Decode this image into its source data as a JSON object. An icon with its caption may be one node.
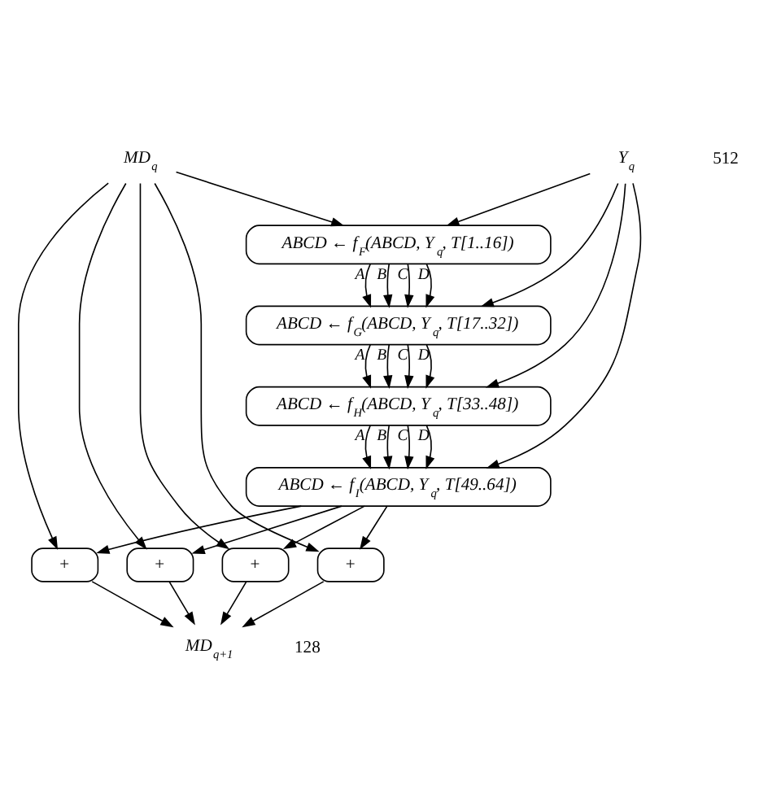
{
  "diagram": {
    "nodes": [
      {
        "text": [
          "Y$_{q}$"
        ]
      },
      {
        "text": [
          "MD$_{q}$"
        ]
      },
      {
        "text": [
          "ABCD ← f$_{F}$(ABCD, Y$_{q}$, T[1..16])"
        ]
      },
      {
        "text": [
          "ABCD ← f$_{G}$(ABCD, Y$_{q}$, T[17..32])"
        ]
      },
      {
        "text": [
          "ABCD ← f$_{H}$(ABCD, Y$_{q}$, T[33..48])"
        ]
      },
      {
        "text": [
          "ABCD ← f$_{I}$(ABCD, Y$_{q}$, T[49..64])"
        ]
      },
      {
        "text": [
          "+"
        ]
      },
      {
        "text": [
          "+"
        ]
      },
      {
        "text": [
          "+"
        ]
      },
      {
        "text": [
          "+"
        ]
      },
      {
        "text": [
          "MD$_{q+1}$"
        ]
      }
    ],
    "edges": [
      {
        "from": 1,
        "to": 2,
        "arrow": "to"
      },
      {
        "from": 0,
        "to": 2,
        "arrow": "to"
      },
      {
        "from": 2,
        "to": 3,
        "arrow": "to",
        "label": "A"
      },
      {
        "from": 2,
        "to": 3,
        "arrow": "to",
        "label": "B"
      },
      {
        "from": 2,
        "to": 3,
        "arrow": "to",
        "label": "C"
      },
      {
        "from": 2,
        "to": 3,
        "arrow": "to",
        "label": "D"
      },
      {
        "from": 0,
        "to": 3,
        "arrow": "to"
      },
      {
        "from": 3,
        "to": 4,
        "arrow": "to",
        "label": "A"
      },
      {
        "from": 3,
        "to": 4,
        "arrow": "to",
        "label": "B"
      },
      {
        "from": 3,
        "to": 4,
        "arrow": "to",
        "label": "C"
      },
      {
        "from": 3,
        "to": 4,
        "arrow": "to",
        "label": "D"
      },
      {
        "from": 0,
        "to": 4,
        "arrow": "to"
      },
      {
        "from": 4,
        "to": 5,
        "arrow": "to",
        "label": "A"
      },
      {
        "from": 4,
        "to": 5,
        "arrow": "to",
        "label": "B"
      },
      {
        "from": 4,
        "to": 5,
        "arrow": "to",
        "label": "C"
      },
      {
        "from": 4,
        "to": 5,
        "arrow": "to",
        "label": "D"
      },
      {
        "from": 0,
        "to": 5,
        "arrow": "to"
      },
      {
        "from": 5,
        "to": 6,
        "arrow": "to"
      },
      {
        "from": 5,
        "to": 7,
        "arrow": "to"
      },
      {
        "from": 5,
        "to": 8,
        "arrow": "to"
      },
      {
        "from": 5,
        "to": 9,
        "arrow": "to"
      },
      {
        "from": 1,
        "to": 6,
        "arrow": "to"
      },
      {
        "from": 1,
        "to": 7,
        "arrow": "to"
      },
      {
        "from": 1,
        "to": 8,
        "arrow": "to"
      },
      {
        "from": 1,
        "to": 9,
        "arrow": "to"
      },
      {
        "from": 6,
        "to": 10,
        "arrow": "to"
      },
      {
        "from": 7,
        "to": 10,
        "arrow": "to"
      },
      {
        "from": 8,
        "to": 10,
        "arrow": "to"
      },
      {
        "from": 9,
        "to": 10,
        "arrow": "to"
      }
    ],
    "labels": [
      "512",
      "128"
    ]
  }
}
